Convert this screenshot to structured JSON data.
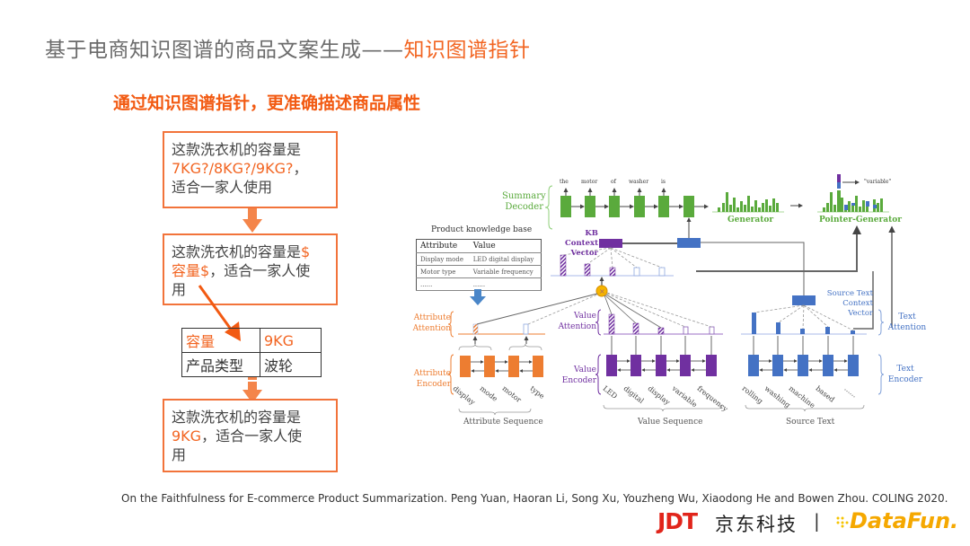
{
  "slide": {
    "title_main": "基于电商知识图谱的商品文案生成——",
    "title_highlight": "知识图谱指针",
    "subtitle": "通过知识图谱指针，更准确描述商品属性",
    "colors": {
      "accent_orange": "#f26522",
      "title_gray": "#6b6b6b",
      "green": "#5aaa3c",
      "purple": "#7030a0",
      "blue": "#4472c4",
      "attr_orange": "#ed7d31"
    }
  },
  "left_flow": {
    "box1": {
      "line1": "这款洗衣机的容量是",
      "line2_orange": "7KG?/8KG?/9KG?",
      "line2_rest": "，",
      "line3": "适合一家人使用"
    },
    "box2": {
      "line1a": "这款洗衣机的容量是",
      "line1_orange": "$",
      "line2_orange": "容量$",
      "line2_rest": "，适合一家人使",
      "line3": "用"
    },
    "kv_table": [
      {
        "key": "容量",
        "value": "9KG",
        "highlight": true
      },
      {
        "key": "产品类型",
        "value": "波轮",
        "highlight": false
      }
    ],
    "box3": {
      "line1": "这款洗衣机的容量是",
      "line2_orange": "9KG",
      "line2_rest": "，适合一家人使",
      "line3": "用"
    }
  },
  "diagram": {
    "kb": {
      "title": "Product  knowledge base",
      "headers": [
        "Attribute",
        "Value"
      ],
      "rows": [
        [
          "Display mode",
          "LED digital display"
        ],
        [
          "Motor type",
          "Variable frequency"
        ],
        [
          "......",
          "......"
        ]
      ]
    },
    "decoder": {
      "label_line1": "Summary",
      "label_line2": "Decoder",
      "tokens": [
        "the",
        "motor",
        "of",
        "washer",
        "is"
      ]
    },
    "generator_label": "Generator",
    "pointer_generator_label": "Pointer-Generator",
    "output_token": "\"variable\"",
    "kb_context_line1": "KB Context",
    "kb_context_line2": "Vector",
    "source_context_line1": "Source Text",
    "source_context_line2": "Context Vector",
    "attr_attention_line1": "Attribute",
    "attr_attention_line2": "Attention",
    "attr_encoder_line1": "Attribute",
    "attr_encoder_line2": "Encoder",
    "value_attention_line1": "Value",
    "value_attention_line2": "Attention",
    "value_encoder_line1": "Value",
    "value_encoder_line2": "Encoder",
    "text_attention_line1": "Text",
    "text_attention_line2": "Attention",
    "text_encoder_line1": "Text",
    "text_encoder_line2": "Encoder",
    "attr_tokens": [
      "display",
      "mode",
      "motor",
      "type"
    ],
    "value_tokens": [
      "LED",
      "digital",
      "display",
      "variable",
      "frequency"
    ],
    "source_tokens": [
      "rolling",
      "washing",
      "machine",
      "based",
      "......"
    ],
    "attr_sequence_label": "Attribute Sequence",
    "value_sequence_label": "Value Sequence",
    "source_text_label": "Source Text"
  },
  "footer": {
    "citation": "On the Faithfulness for E-commerce Product Summarization. Peng Yuan, Haoran Li, Song Xu, Youzheng Wu, Xiaodong He and Bowen Zhou. COLING 2020.",
    "logo_jdt": "JDT",
    "logo_jdt_cn": "京东科技",
    "logo_sep": "|",
    "logo_datafun": "DataFun."
  }
}
